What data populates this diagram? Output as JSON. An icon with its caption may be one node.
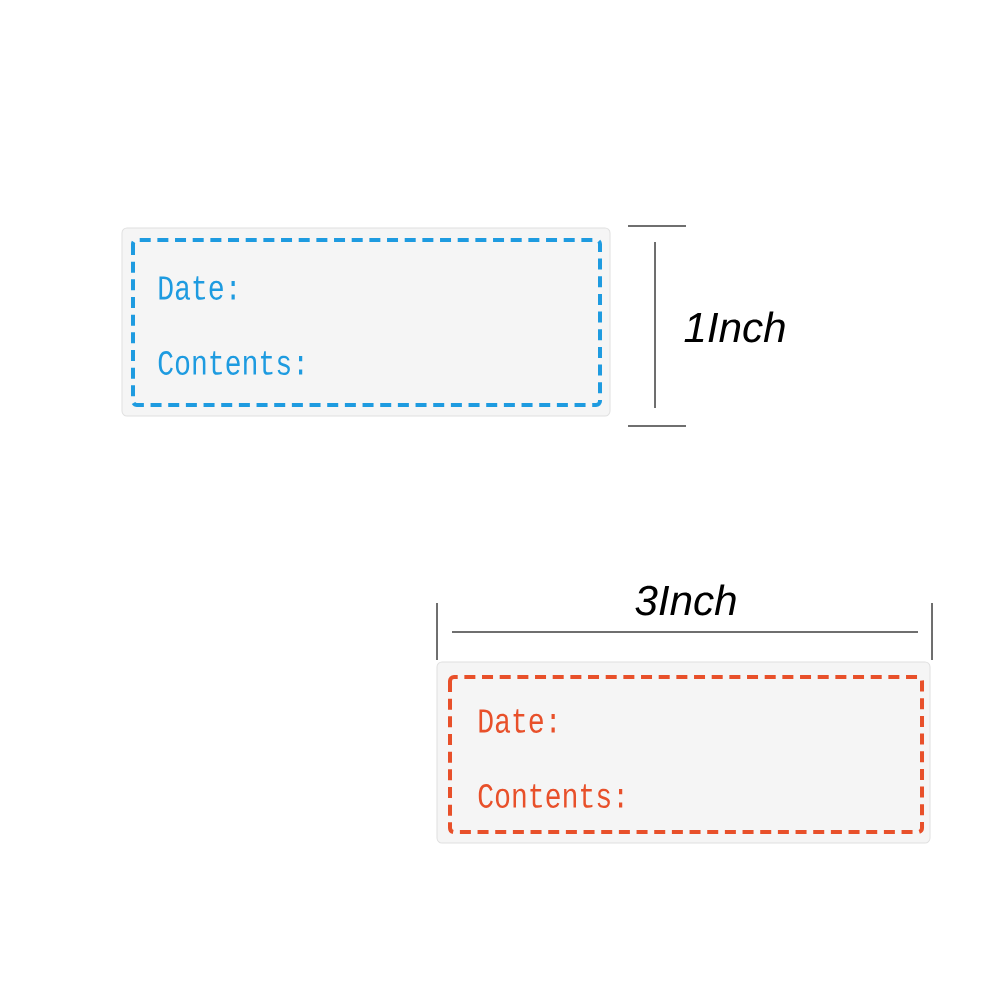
{
  "diagram": {
    "nodes": [
      {
        "text": [
          "Date:",
          "Contents:"
        ]
      },
      {
        "text": [
          "Date:",
          "Contents:"
        ]
      }
    ],
    "edges": [],
    "labels": [
      "1Inch",
      "3Inch"
    ]
  }
}
